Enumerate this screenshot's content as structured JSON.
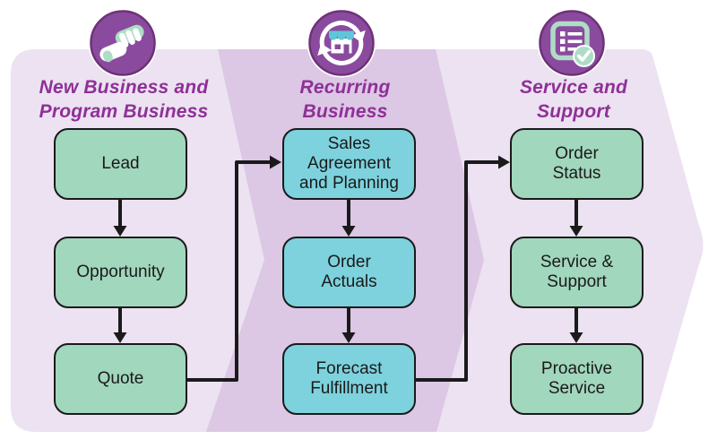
{
  "colors": {
    "outer_shape": "#ECE2F1",
    "chevron_band": "#DCC7E4",
    "box_green": "#A1D7BD",
    "box_cyan": "#7DD2DD",
    "box_border": "#1A1A1A",
    "line_color": "#1A1A1A",
    "heading_purple": "#8E3097",
    "circle_purple": "#8A4B9E",
    "circle_rim": "#6F3178",
    "icon_mint": "#AEDCC6",
    "icon_cyan": "#5FC6D8"
  },
  "stages": [
    {
      "heading": "New Business and\nProgram Business",
      "icon": "handshake",
      "boxes": [
        "Lead",
        "Opportunity",
        "Quote"
      ]
    },
    {
      "heading": "Recurring\nBusiness",
      "icon": "store-sync",
      "boxes": [
        "Sales\nAgreement\nand Planning",
        "Order\nActuals",
        "Forecast\nFulfillment"
      ]
    },
    {
      "heading": "Service and\nSupport",
      "icon": "checklist-check",
      "boxes": [
        "Order\nStatus",
        "Service &\nSupport",
        "Proactive\nService"
      ]
    }
  ],
  "connections": [
    {
      "from": "Lead",
      "to": "Opportunity"
    },
    {
      "from": "Opportunity",
      "to": "Quote"
    },
    {
      "from": "Quote",
      "to": "Sales Agreement and Planning"
    },
    {
      "from": "Sales Agreement and Planning",
      "to": "Order Actuals"
    },
    {
      "from": "Order Actuals",
      "to": "Forecast Fulfillment"
    },
    {
      "from": "Forecast Fulfillment",
      "to": "Order Status"
    },
    {
      "from": "Order Status",
      "to": "Service & Support"
    },
    {
      "from": "Service & Support",
      "to": "Proactive Service"
    }
  ]
}
